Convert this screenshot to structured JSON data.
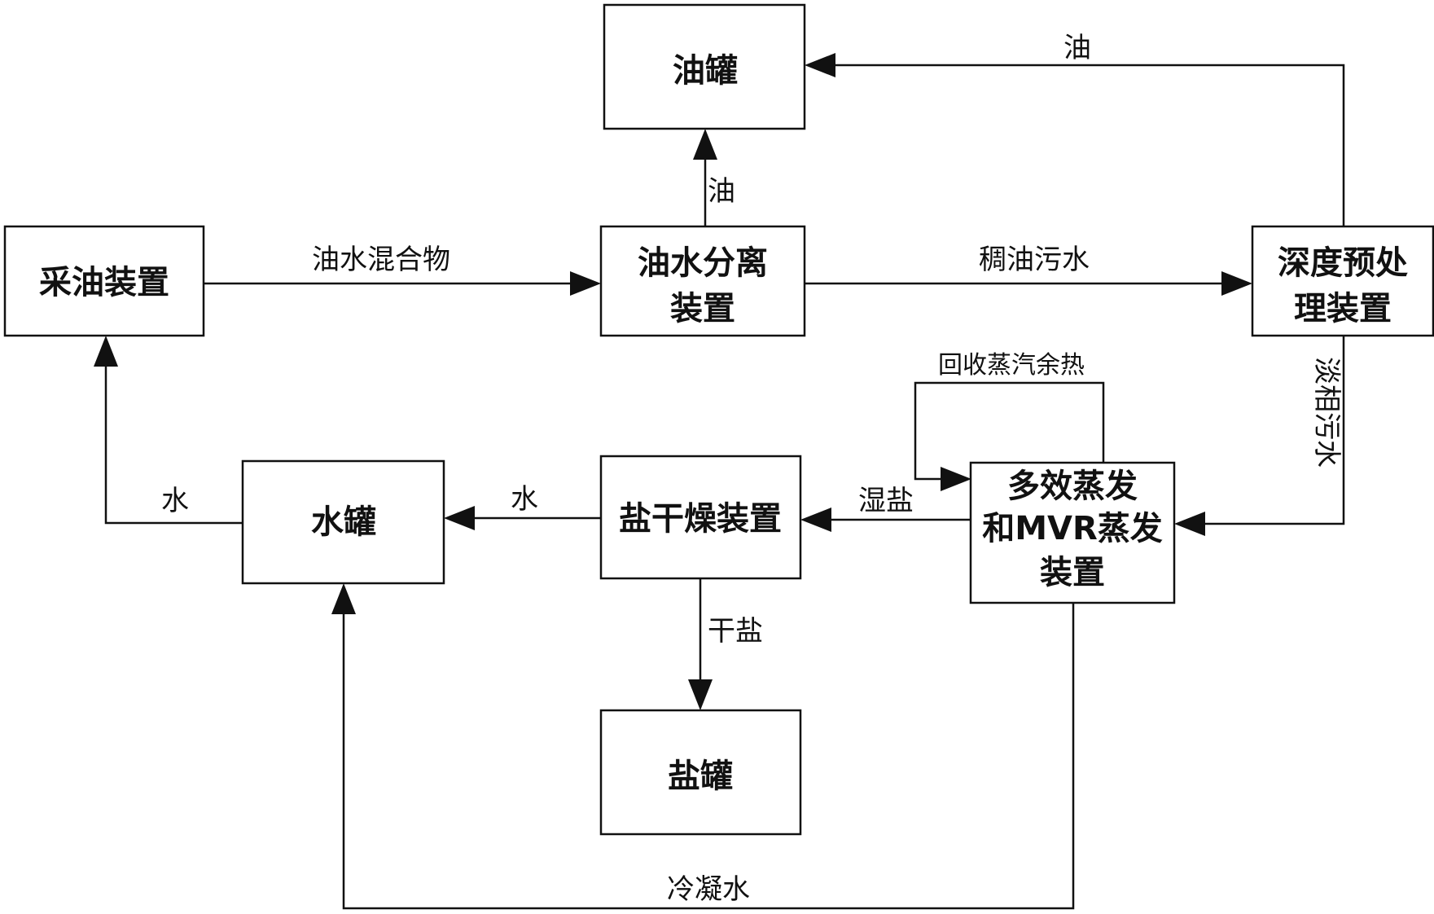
{
  "nodes": {
    "oil_tank": [
      "油罐"
    ],
    "oil_extraction": [
      "采油装置"
    ],
    "oil_water_separator": [
      "油水分离",
      "装置"
    ],
    "deep_pretreatment": [
      "深度预处",
      "理装置"
    ],
    "water_tank": [
      "水罐"
    ],
    "salt_dryer": [
      "盐干燥装置"
    ],
    "evaporator": [
      "多效蒸发",
      "和MVR蒸发",
      "装置"
    ],
    "salt_tank": [
      "盐罐"
    ]
  },
  "edges": {
    "mixture": "油水混合物",
    "oil_up": "油",
    "oil_top": "油",
    "thick_oil_wastewater": "稠油污水",
    "light_phase_wastewater": "淡相污水",
    "recover_steam_heat": "回收蒸汽余热",
    "wet_salt": "湿盐",
    "water_from_dryer": "水",
    "water_to_extraction": "水",
    "dry_salt": "干盐",
    "condensate": "冷凝水"
  }
}
